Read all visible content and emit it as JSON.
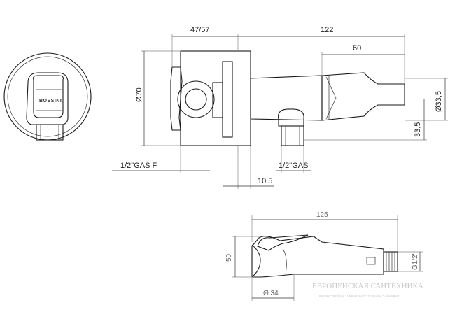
{
  "top_view": {
    "dims": {
      "width_47_57": "47/57",
      "length_122": "122",
      "length_60": "60",
      "diameter_70": "Ø70",
      "diameter_33_5": "Ø33,5",
      "height_33_5": "33,5",
      "gas_f": "1/2\"GAS F",
      "gas": "1/2\"GAS",
      "offset_10_5": "10.5"
    },
    "brand_text": "BOSSINI"
  },
  "bottom_view": {
    "dims": {
      "length_125": "125",
      "height_50": "50",
      "thread_g12": "G1/2\"",
      "diameter_34": "Ø 34"
    }
  },
  "watermark": {
    "title": "ЕВРОПЕЙСКАЯ САНТЕХНИКА",
    "subtitle": "ванны • мебель • смесители • унитазы • душевые"
  }
}
